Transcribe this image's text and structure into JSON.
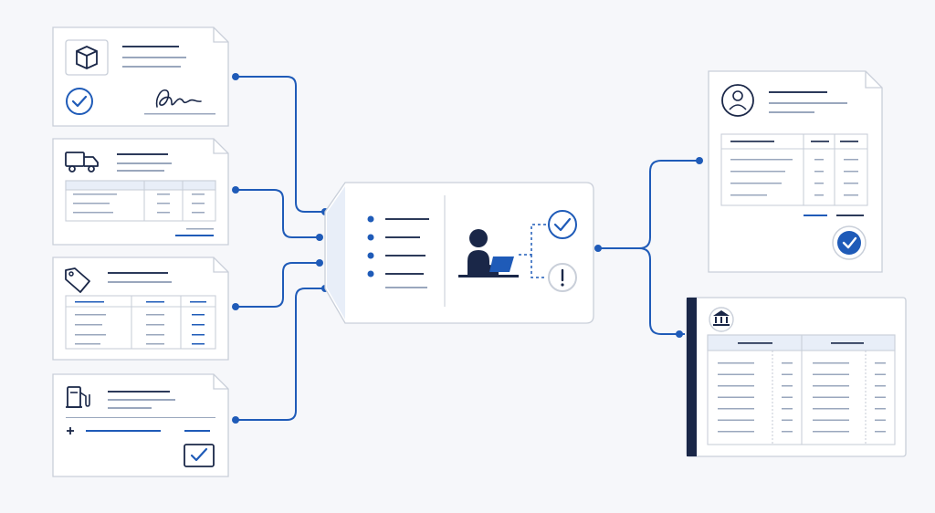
{
  "colors": {
    "background": "#f6f7fa",
    "card_fill": "#ffffff",
    "card_stroke": "#c9cfd9",
    "connector": "#1f5bb8",
    "navy": "#1a2748",
    "text_line_dark": "#2c3a5a",
    "text_line_light": "#9aa7bd",
    "accent_blue": "#1f5bb8",
    "table_header_fill": "#e8eef8",
    "left_bar": "#1a2748"
  },
  "inputs": [
    {
      "id": "delivery-receipt",
      "icon": "package-box-icon",
      "badge": "check-circle-icon",
      "extra": "signature"
    },
    {
      "id": "shipping-invoice",
      "icon": "delivery-truck-icon",
      "extra": "line-item-table"
    },
    {
      "id": "price-list",
      "icon": "price-tag-icon",
      "extra": "line-item-table"
    },
    {
      "id": "fuel-receipt",
      "icon": "fuel-pump-icon",
      "badge": "checkbox-checked-icon",
      "extra": "plus-line"
    }
  ],
  "processor": {
    "icon": "person-at-laptop-icon",
    "outcomes": [
      "approved-check-icon",
      "flagged-exclamation-icon"
    ]
  },
  "outputs": [
    {
      "id": "vendor-invoice",
      "icon": "user-profile-icon",
      "badge": "verified-check-icon"
    },
    {
      "id": "bank-ledger",
      "icon": "bank-building-icon"
    }
  ]
}
